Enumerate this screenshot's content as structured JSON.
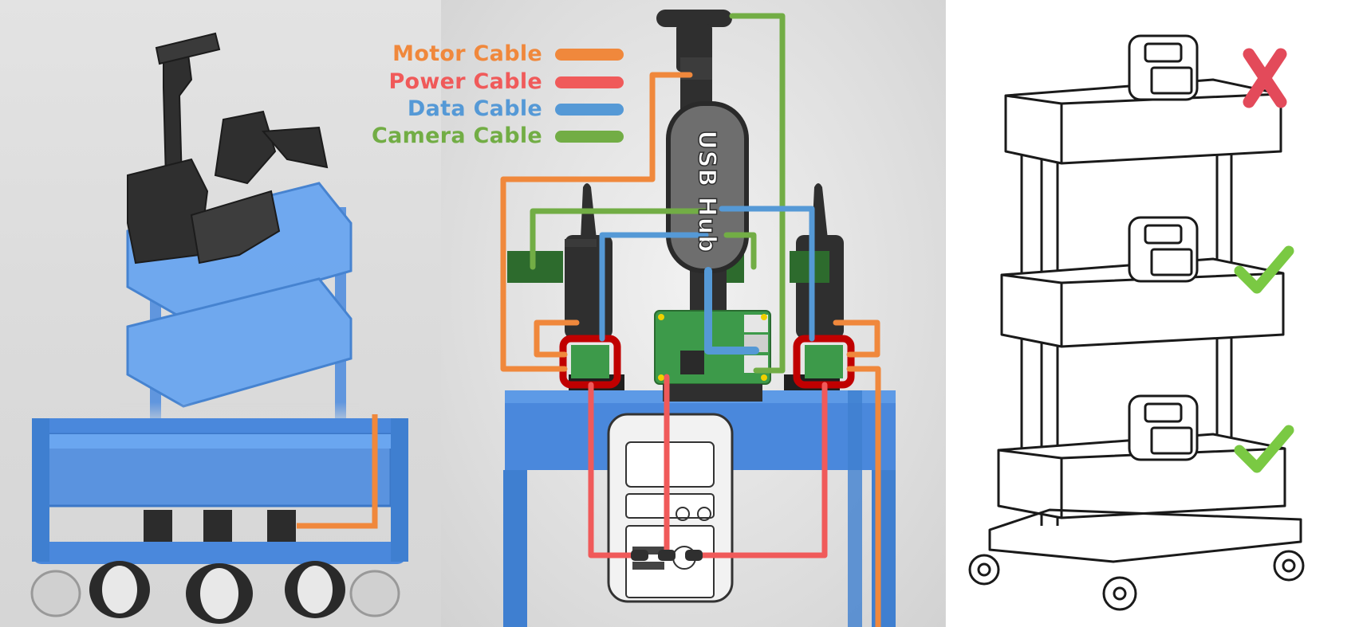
{
  "legend": {
    "items": [
      {
        "label": "Motor Cable",
        "color": "#f0883c"
      },
      {
        "label": "Power Cable",
        "color": "#f05a5a"
      },
      {
        "label": "Data Cable",
        "color": "#5599d6"
      },
      {
        "label": "Camera Cable",
        "color": "#72ad45"
      }
    ]
  },
  "hub": {
    "label": "USB Hub"
  },
  "colors": {
    "cart_blue": "#4a88dc",
    "cart_blue_light": "#6aa6f0",
    "robot_dark": "#2f2f2f",
    "board_green": "#3d9a4a",
    "highlight_red": "#c00000",
    "cross": "#e34a5a",
    "check": "#7ac943"
  },
  "shelves": [
    {
      "tier": "top",
      "status": "cross-icon"
    },
    {
      "tier": "middle",
      "status": "check-icon"
    },
    {
      "tier": "bottom",
      "status": "check-icon"
    }
  ]
}
